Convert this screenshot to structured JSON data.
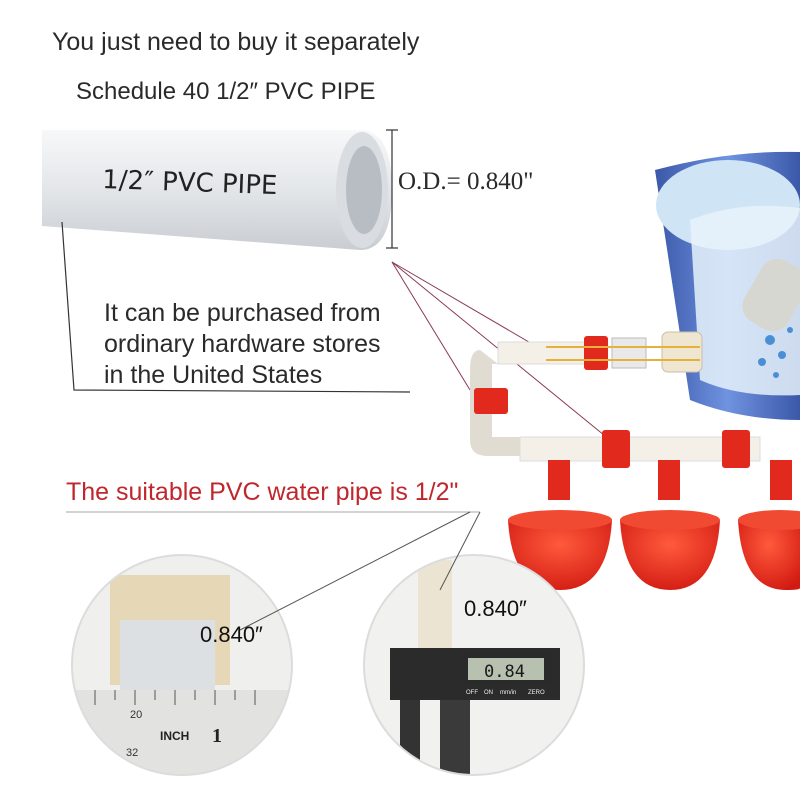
{
  "headline": "You just  need to buy it separately",
  "subline": "Schedule 40  1/2″ PVC PIPE",
  "pipe_print": "1/2″ PVC PIPE",
  "od_label": "O.D.= 0.840\"",
  "hardware_lines": [
    "It can be purchased from",
    "ordinary hardware stores",
    "in the United States"
  ],
  "suitable": "The suitable PVC water pipe is 1/2\"",
  "dim_left": "0.840″",
  "dim_right": "0.840″",
  "ruler_label": "INCH",
  "ruler_digit": "1",
  "ruler_num_a": "20",
  "ruler_num_b": "32",
  "caliper_display": "0.84",
  "caliper_buttons": [
    "OFF",
    "ON",
    "mm/in",
    "ZERO"
  ],
  "colors": {
    "accent_red": "#c0272d",
    "cup_red": "#e8241c",
    "pipe_white": "#e9ecef",
    "bucket_blue": "#4d6fc4"
  }
}
